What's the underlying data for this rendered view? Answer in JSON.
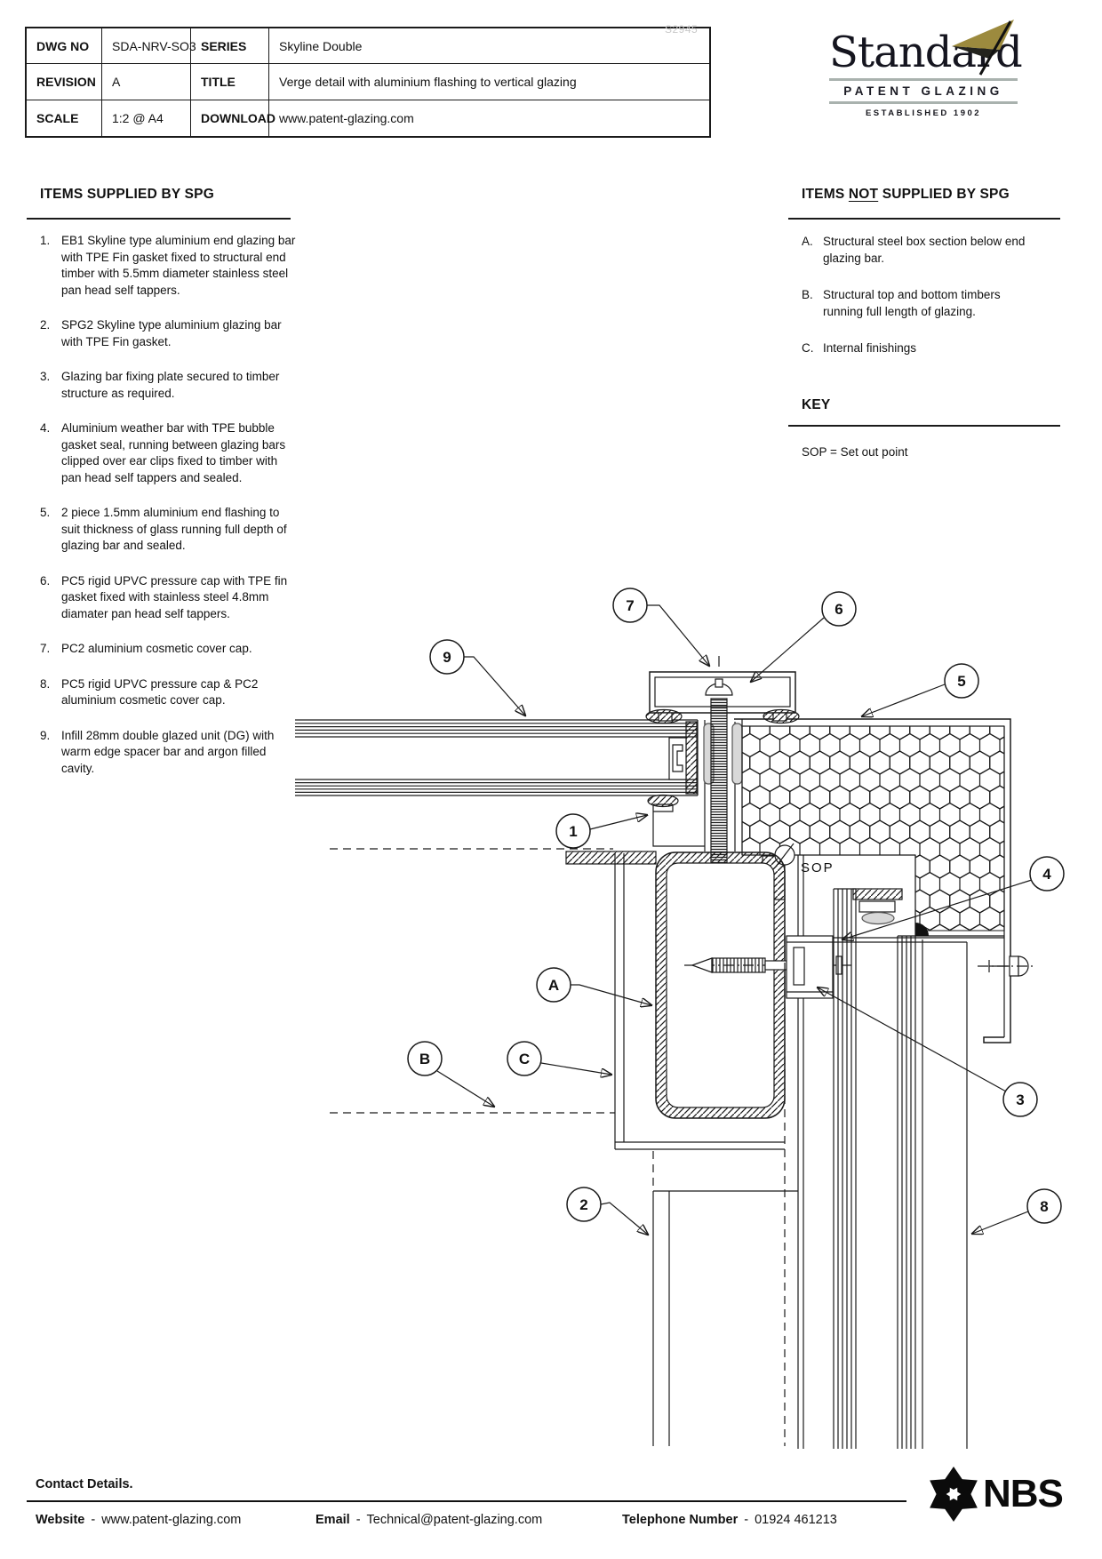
{
  "title_block": {
    "dwg_no_label": "DWG NO",
    "dwg_no": "SDA-NRV-SO3",
    "series_label": "SERIES",
    "series": "Skyline Double",
    "revision_label": "REVISION",
    "revision": "A",
    "title_label": "TITLE",
    "title": "Verge detail with aluminium flashing to vertical glazing",
    "scale_label": "SCALE",
    "scale": "1:2 @ A4",
    "download_label": "DOWNLOAD",
    "download": "www.patent-glazing.com"
  },
  "watermark": "S2945",
  "logo": {
    "name": "Standard",
    "subtitle": "PATENT GLAZING",
    "established": "ESTABLISHED 1902",
    "flag_color": "#9C8A3E",
    "rule_color": "#A9B2AE"
  },
  "supplied": {
    "heading": "ITEMS SUPPLIED BY SPG",
    "items": [
      {
        "num": "1.",
        "text": "EB1 Skyline type aluminium end glazing bar with TPE Fin gasket fixed to structural end timber with 5.5mm diameter stainless steel pan head self tappers."
      },
      {
        "num": "2.",
        "text": "SPG2 Skyline type aluminium glazing bar with TPE Fin gasket."
      },
      {
        "num": "3.",
        "text": "Glazing bar fixing plate secured to timber structure as required."
      },
      {
        "num": "4.",
        "text": "Aluminium weather bar with TPE bubble gasket seal, running between glazing bars clipped over ear clips fixed to timber with pan head self tappers and sealed."
      },
      {
        "num": "5.",
        "text": "2 piece 1.5mm aluminium end flashing to suit thickness of glass running full depth of glazing bar and sealed."
      },
      {
        "num": "6.",
        "text": "PC5 rigid UPVC pressure cap with TPE fin gasket fixed with stainless steel 4.8mm diamater pan head self tappers."
      },
      {
        "num": "7.",
        "text": "PC2 aluminium cosmetic cover cap."
      },
      {
        "num": "8.",
        "text": "PC5 rigid UPVC pressure cap & PC2 aluminium cosmetic cover cap."
      },
      {
        "num": "9.",
        "text": "Infill 28mm double glazed unit (DG) with warm edge spacer bar and argon filled cavity."
      }
    ]
  },
  "not_supplied": {
    "heading_pre": "ITEMS ",
    "heading_not": "NOT",
    "heading_post": " SUPPLIED BY SPG",
    "items": [
      {
        "num": "A.",
        "text": "Structural steel box section below end glazing bar."
      },
      {
        "num": "B.",
        "text": "Structural top and bottom timbers running full length of glazing."
      },
      {
        "num": "C.",
        "text": "Internal finishings"
      }
    ]
  },
  "key": {
    "heading": "KEY",
    "entry": "SOP = Set out point"
  },
  "drawing": {
    "sop_label": "SOP",
    "callouts": {
      "n1": "1",
      "n2": "2",
      "n3": "3",
      "n4": "4",
      "n5": "5",
      "n6": "6",
      "n7": "7",
      "n8": "8",
      "n9": "9",
      "la": "A",
      "lb": "B",
      "lc": "C"
    }
  },
  "footer": {
    "contact": "Contact Details.",
    "website_label": "Website",
    "website": "www.patent-glazing.com",
    "email_label": "Email",
    "email": "Technical@patent-glazing.com",
    "phone_label": "Telephone Number",
    "phone": "01924 461213",
    "sep": "-",
    "nbs": "NBS"
  }
}
